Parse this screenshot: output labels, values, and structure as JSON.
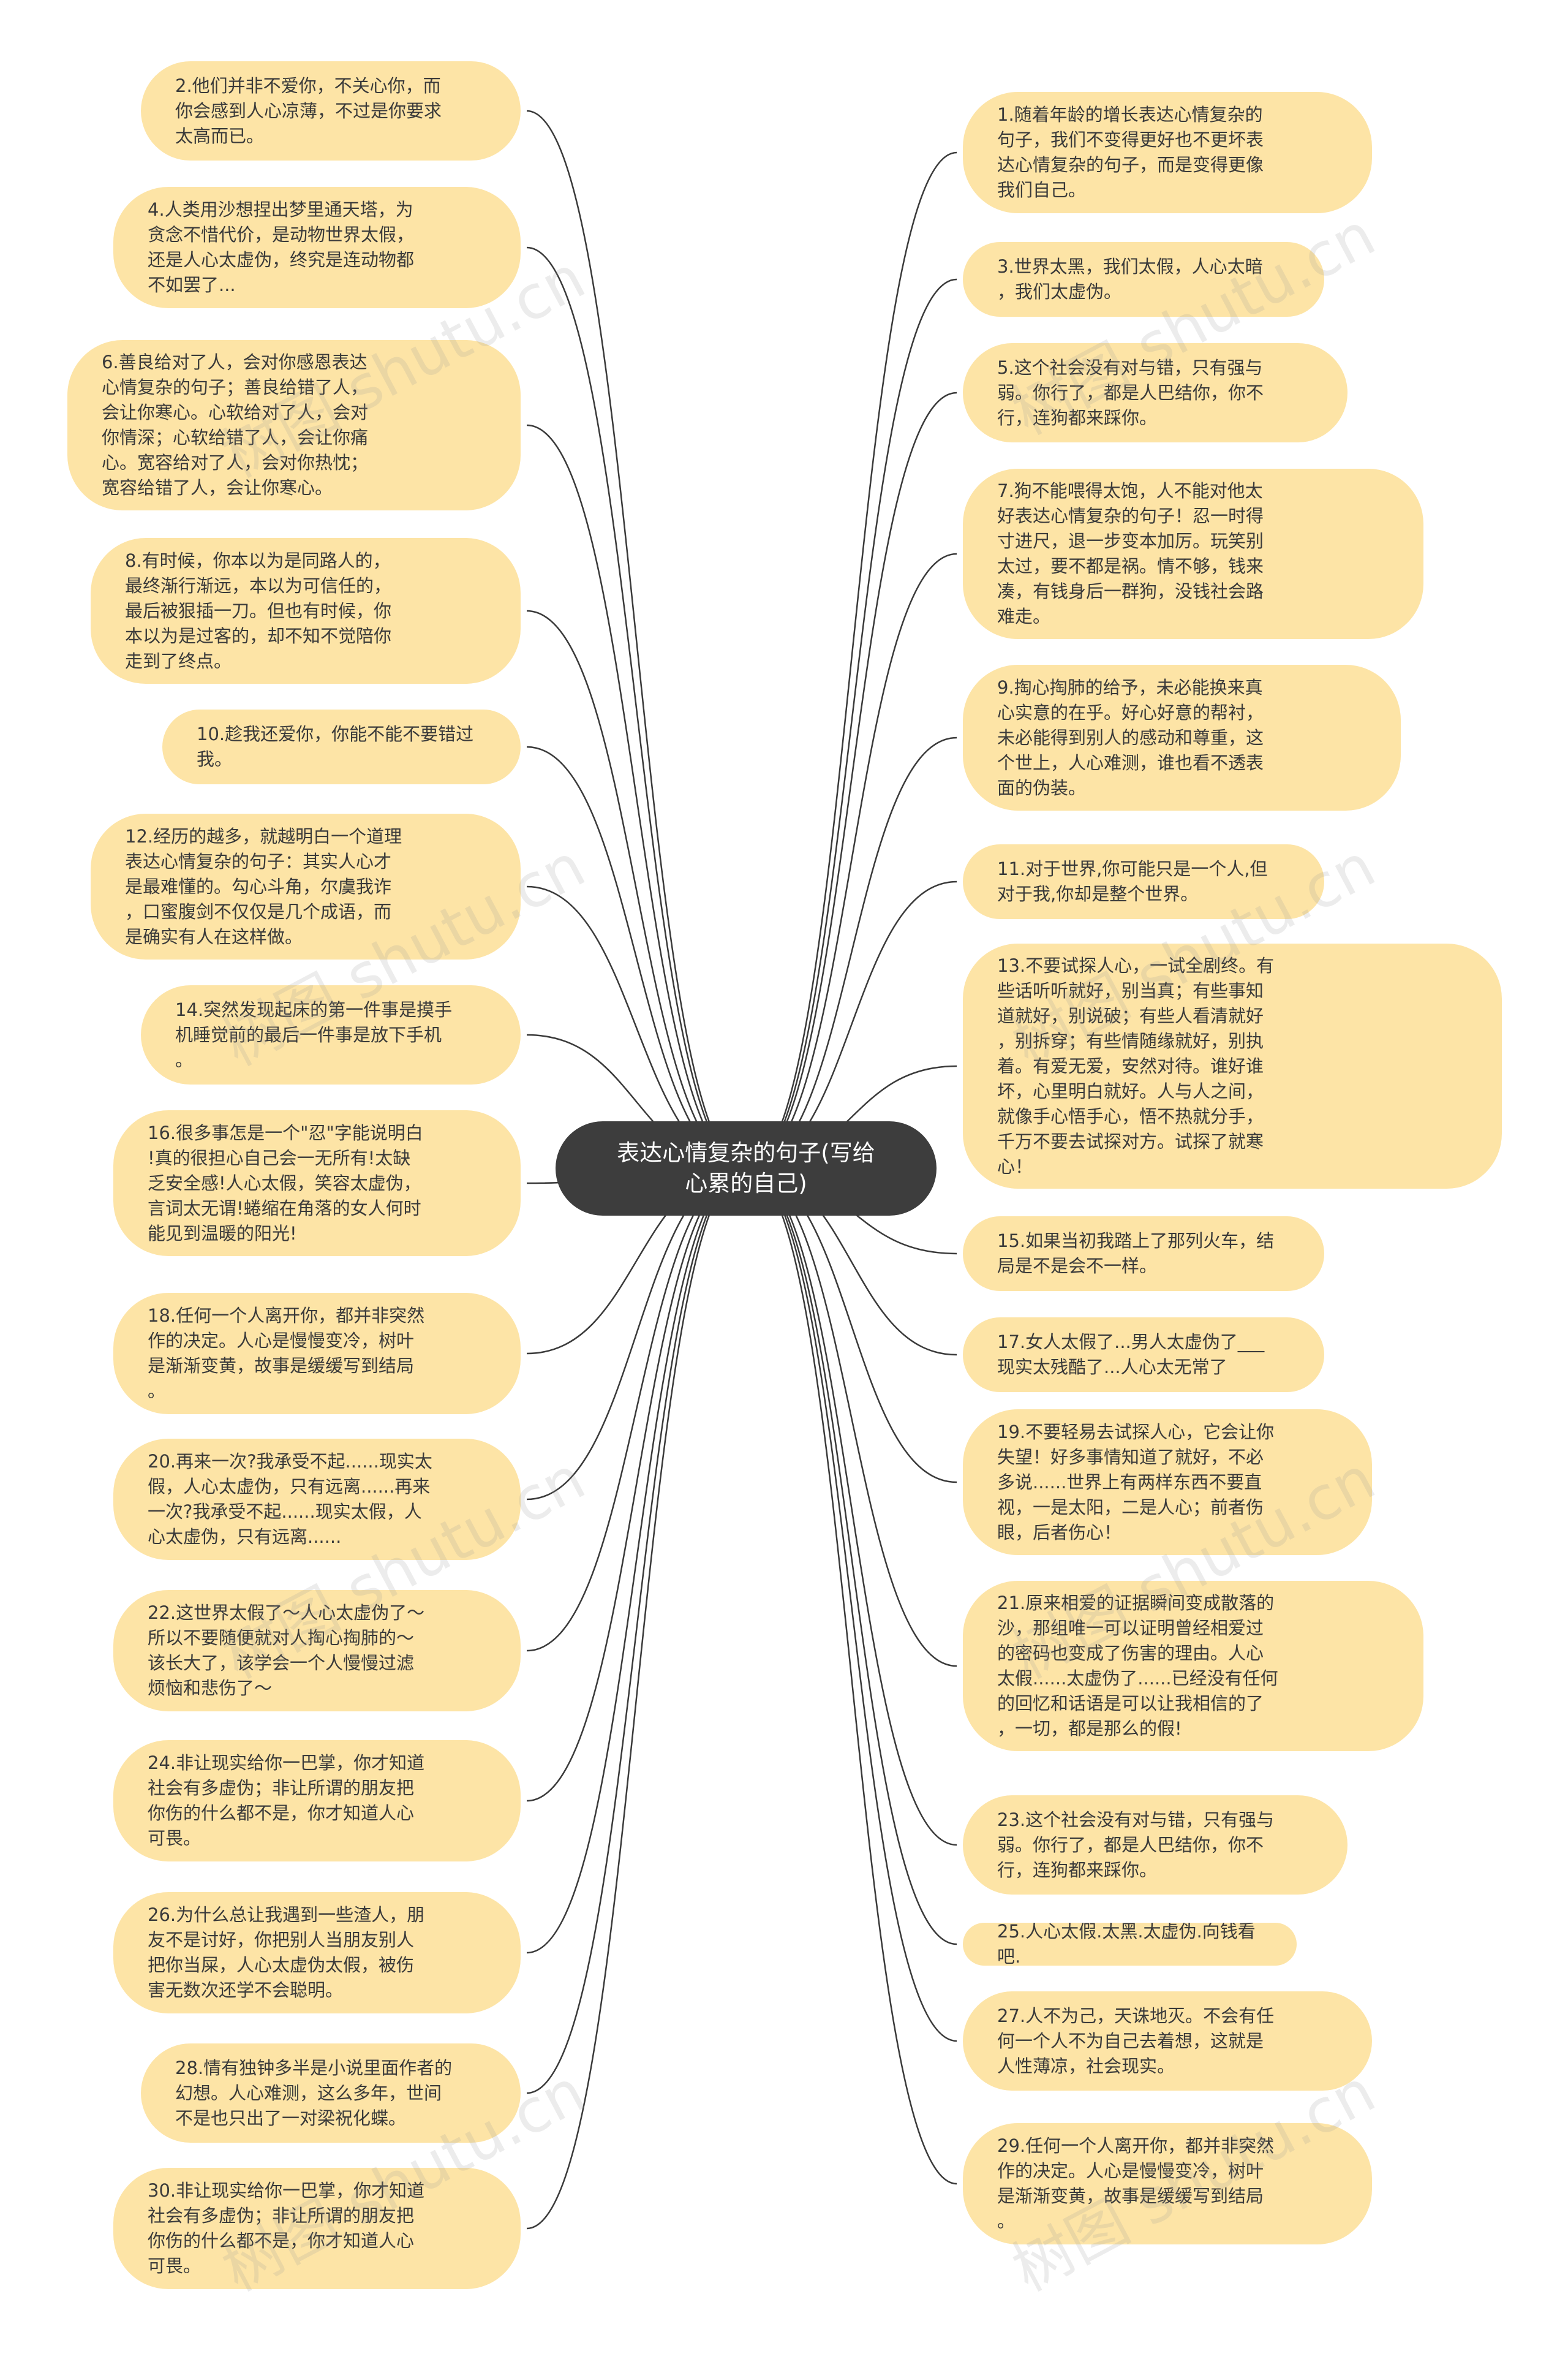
{
  "center": {
    "title": "表达心情复杂的句子(写给\n心累的自己)"
  },
  "left_nodes": [
    {
      "text": "2.他们并非不爱你，不关心你，而\n你会感到人心凉薄，不过是你要求\n太高而已。"
    },
    {
      "text": "4.人类用沙想捏出梦里通天塔，为\n贪念不惜代价，是动物世界太假，\n还是人心太虚伪，终究是连动物都\n不如罢了..."
    },
    {
      "text": "6.善良给对了人，会对你感恩表达\n心情复杂的句子；善良给错了人，\n会让你寒心。心软给对了人，会对\n你情深；心软给错了人，会让你痛\n心。宽容给对了人，会对你热忱；\n宽容给错了人，会让你寒心。"
    },
    {
      "text": "8.有时候，你本以为是同路人的，\n最终渐行渐远，本以为可信任的，\n最后被狠插一刀。但也有时候，你\n本以为是过客的，却不知不觉陪你\n走到了终点。"
    },
    {
      "text": "10.趁我还爱你，你能不能不要错过\n我。"
    },
    {
      "text": "12.经历的越多，就越明白一个道理\n表达心情复杂的句子：其实人心才\n是最难懂的。勾心斗角，尔虞我诈\n，口蜜腹剑不仅仅是几个成语，而\n是确实有人在这样做。"
    },
    {
      "text": "14.突然发现起床的第一件事是摸手\n机睡觉前的最后一件事是放下手机\n。"
    },
    {
      "text": "16.很多事怎是一个\"忍\"字能说明白\n!真的很担心自己会一无所有!太缺\n乏安全感!人心太假，笑容太虚伪，\n言词太无谓!蜷缩在角落的女人何时\n能见到温暖的阳光!"
    },
    {
      "text": "18.任何一个人离开你，都并非突然\n作的决定。人心是慢慢变冷，树叶\n是渐渐变黄，故事是缓缓写到结局\n。"
    },
    {
      "text": "20.再来一次?我承受不起......现实太\n假，人心太虚伪，只有远离......再来\n一次?我承受不起......现实太假，人\n心太虚伪，只有远离......"
    },
    {
      "text": "22.这世界太假了～人心太虚伪了～\n所以不要随便就对人掏心掏肺的～\n该长大了，该学会一个人慢慢过滤\n烦恼和悲伤了～"
    },
    {
      "text": "24.非让现实给你一巴掌，你才知道\n社会有多虚伪；非让所谓的朋友把\n你伤的什么都不是，你才知道人心\n可畏。"
    },
    {
      "text": "26.为什么总让我遇到一些渣人，朋\n友不是讨好，你把别人当朋友别人\n把你当屎，人心太虚伪太假，被伤\n害无数次还学不会聪明。"
    },
    {
      "text": "28.情有独钟多半是小说里面作者的\n幻想。人心难测，这么多年，世间\n不是也只出了一对梁祝化蝶。"
    },
    {
      "text": "30.非让现实给你一巴掌，你才知道\n社会有多虚伪；非让所谓的朋友把\n你伤的什么都不是，你才知道人心\n可畏。"
    }
  ],
  "right_nodes": [
    {
      "text": "1.随着年龄的增长表达心情复杂的\n句子，我们不变得更好也不更坏表\n达心情复杂的句子，而是变得更像\n我们自己。"
    },
    {
      "text": "3.世界太黑，我们太假，人心太暗\n，我们太虚伪。"
    },
    {
      "text": "5.这个社会没有对与错，只有强与\n弱。你行了，都是人巴结你，你不\n行，连狗都来踩你。"
    },
    {
      "text": "7.狗不能喂得太饱，人不能对他太\n好表达心情复杂的句子！忍一时得\n寸进尺，退一步变本加厉。玩笑别\n太过，要不都是祸。情不够，钱来\n凑，有钱身后一群狗，没钱社会路\n难走。"
    },
    {
      "text": "9.掏心掏肺的给予，未必能换来真\n心实意的在乎。好心好意的帮衬，\n未必能得到别人的感动和尊重，这\n个世上，人心难测，谁也看不透表\n面的伪装。"
    },
    {
      "text": "11.对于世界,你可能只是一个人,但\n对于我,你却是整个世界。"
    },
    {
      "text": "13.不要试探人心，一试全剧终。有\n些话听听就好，别当真；有些事知\n道就好，别说破；有些人看清就好\n，别拆穿；有些情随缘就好，别执\n着。有爱无爱，安然对待。谁好谁\n坏，心里明白就好。人与人之间，\n就像手心悟手心，悟不热就分手，\n千万不要去试探对方。试探了就寒\n心！"
    },
    {
      "text": "15.如果当初我踏上了那列火车，结\n局是不是会不一样。"
    },
    {
      "text": "17.女人太假了...男人太虚伪了___\n现实太残酷了...人心太无常了"
    },
    {
      "text": "19.不要轻易去试探人心，它会让你\n失望！好多事情知道了就好，不必\n多说......世界上有两样东西不要直\n视，一是太阳，二是人心；前者伤\n眼，后者伤心！"
    },
    {
      "text": "21.原来相爱的证据瞬间变成散落的\n沙，那组唯一可以证明曾经相爱过\n的密码也变成了伤害的理由。人心\n太假......太虚伪了......已经没有任何\n的回忆和话语是可以让我相信的了\n，一切，都是那么的假!"
    },
    {
      "text": "23.这个社会没有对与错，只有强与\n弱。你行了，都是人巴结你，你不\n行，连狗都来踩你。"
    },
    {
      "text": "25.人心太假.太黑.太虚伪.向钱看吧."
    },
    {
      "text": "27.人不为己，天诛地灭。不会有任\n何一个人不为自己去着想，这就是\n人性薄凉，社会现实。"
    },
    {
      "text": "29.任何一个人离开你，都并非突然\n作的决定。人心是慢慢变冷，树叶\n是渐渐变黄，故事是缓缓写到结局\n。"
    }
  ],
  "watermark": "树图 shutu.cn",
  "colors": {
    "node_fill": "#fde4a6",
    "center_fill": "#3d3d3d",
    "link": "#3a3a3a"
  }
}
